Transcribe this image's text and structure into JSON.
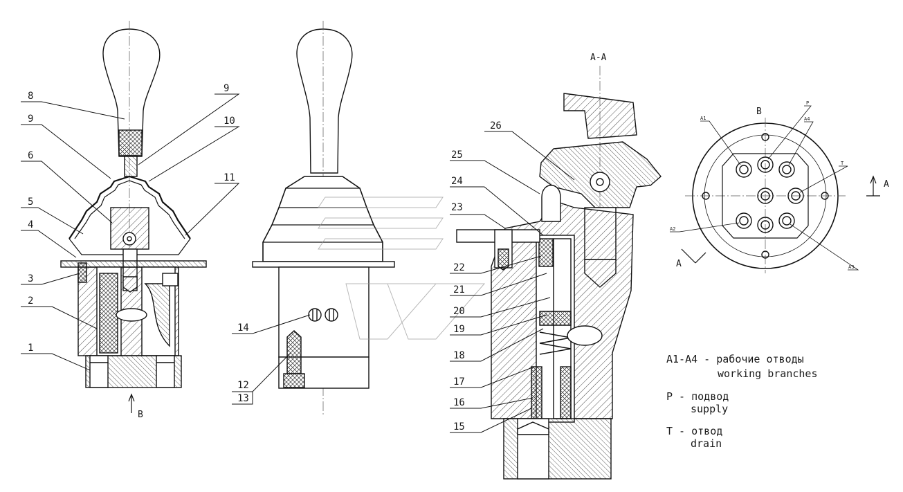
{
  "drawing": {
    "section_label": "A-A",
    "view_b_label": "B",
    "view_b_arrow_label": "B",
    "section_arrow_right": "A",
    "section_arrow_left": "A",
    "port_labels": [
      "A1",
      "A2",
      "A3",
      "A4",
      "P",
      "T"
    ],
    "callouts_left": [
      "1",
      "2",
      "3",
      "4",
      "5",
      "6",
      "9",
      "8",
      "9",
      "10",
      "11"
    ],
    "callouts_middle": [
      "12",
      "13",
      "14"
    ],
    "callouts_right": [
      "15",
      "16",
      "17",
      "18",
      "19",
      "20",
      "21",
      "22",
      "23",
      "24",
      "25",
      "26"
    ]
  },
  "legend": {
    "a_line1": "A1-A4 - рабочие отводы",
    "a_line2": "working branches",
    "p_line1": "P - подвод",
    "p_line2": "supply",
    "t_line1": "T - отвод",
    "t_line2": "drain"
  }
}
